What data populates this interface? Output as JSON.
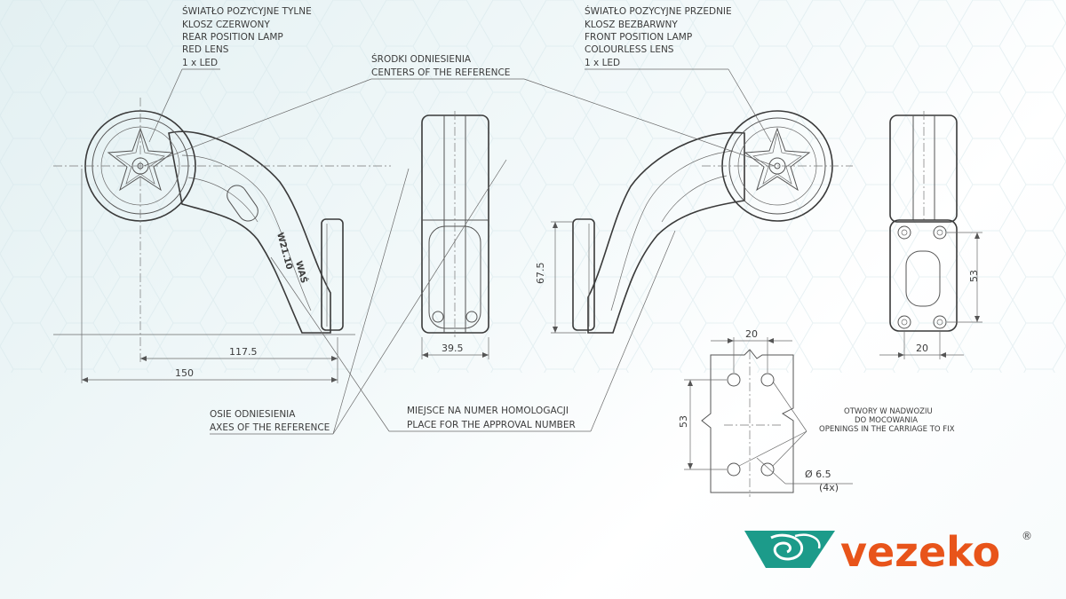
{
  "callouts": {
    "rear": [
      "ŚWIATŁO POZYCYJNE TYLNE",
      "KLOSZ  CZERWONY",
      "REAR POSITION LAMP",
      "RED LENS",
      "1 x LED"
    ],
    "front": [
      "ŚWIATŁO POZYCYJNE PRZEDNIE",
      "KLOSZ BEZBARWNY",
      "FRONT POSITION LAMP",
      "COLOURLESS LENS",
      "1 x LED"
    ],
    "centers": [
      "ŚRODKI ODNIESIENIA",
      "CENTERS OF THE REFERENCE"
    ],
    "axes": [
      "OSIE ODNIESIENIA",
      "AXES OF THE REFERENCE"
    ],
    "approval": [
      "MIEJSCE NA NUMER HOMOLOGACJI",
      "PLACE FOR THE APPROVAL NUMBER"
    ],
    "openings": [
      "OTWORY W NADWOZIU",
      "DO MOCOWANIA",
      "OPENINGS IN THE CARRIAGE TO FIX"
    ]
  },
  "dimensions": {
    "d117": "117.5",
    "d150": "150",
    "d39": "39.5",
    "d67": "67.5",
    "d53_bracket": "53",
    "d20_bracket": "20",
    "d20_holes": "20",
    "d53_holes": "53",
    "hole_dia": "Ø 6.5",
    "hole_count": "(4x)"
  },
  "stamp": "W21.10",
  "stamp_prefix": "WAŚ",
  "logo": {
    "text": "vezeko",
    "reg": "®",
    "brand_color": "#e8541a",
    "mark_color": "#1c9b8a"
  }
}
